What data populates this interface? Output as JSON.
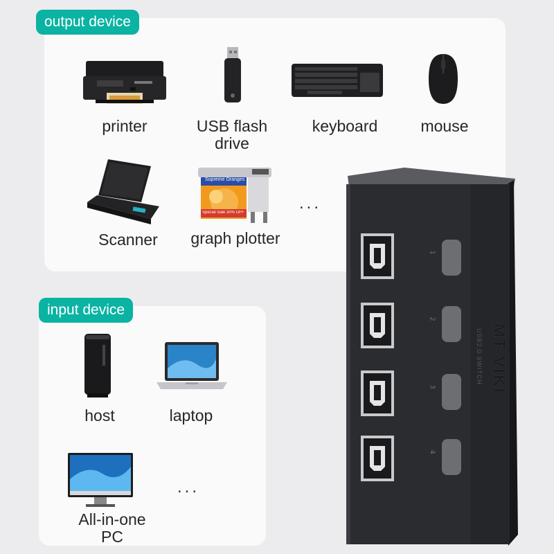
{
  "output_section": {
    "tag": "output device",
    "items": [
      {
        "label": "printer",
        "icon": "printer-icon"
      },
      {
        "label": "USB flash\ndrive",
        "icon": "usb-flash-drive-icon"
      },
      {
        "label": "keyboard",
        "icon": "keyboard-icon"
      },
      {
        "label": "mouse",
        "icon": "mouse-icon"
      },
      {
        "label": "Scanner",
        "icon": "scanner-icon"
      },
      {
        "label": "graph plotter",
        "icon": "plotter-icon"
      }
    ],
    "more": "..."
  },
  "input_section": {
    "tag": "input device",
    "items": [
      {
        "label": "host",
        "icon": "host-tower-icon"
      },
      {
        "label": "laptop",
        "icon": "laptop-icon"
      },
      {
        "label": "All-in-one\nPC",
        "icon": "all-in-one-pc-icon"
      }
    ],
    "more": "..."
  },
  "plotter_poster": {
    "line1": "Supreme Oranges",
    "line2": "Special Sale 30% OFF"
  },
  "device": {
    "brand": "MT-VIKI",
    "subtitle": "USB2.0 SWITCH",
    "port_numbers": [
      "1",
      "2",
      "3",
      "4"
    ]
  },
  "colors": {
    "accent": "#0bb3a3",
    "background": "#ececee",
    "panel": "#fafafa",
    "device_body": "#2b2c2f"
  }
}
